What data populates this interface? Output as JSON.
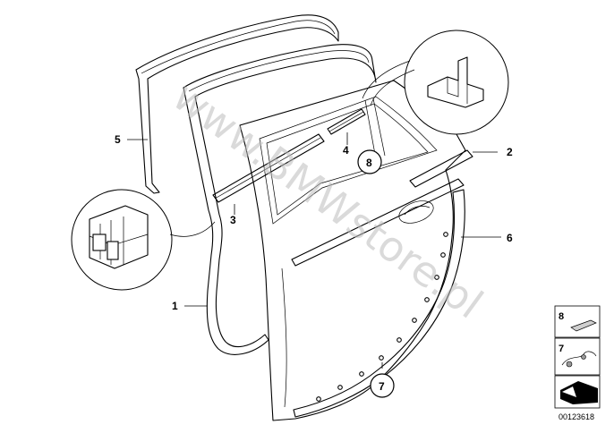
{
  "callouts": {
    "c1": "1",
    "c2": "2",
    "c3": "3",
    "c4": "4",
    "c5": "5",
    "c6": "6",
    "c7": "7",
    "c8": "8"
  },
  "legend": {
    "item_top": "8",
    "item_middle": "7"
  },
  "watermark": "www.BMWstore.pl",
  "diagram_id": "00123618",
  "icons": {
    "detail_top": "seal-profile-detail-icon",
    "detail_left": "clip-detail-icon",
    "legend_clip": "clip-part-icon",
    "legend_cable": "cable-part-icon",
    "legend_arrow": "arrow-part-icon"
  }
}
